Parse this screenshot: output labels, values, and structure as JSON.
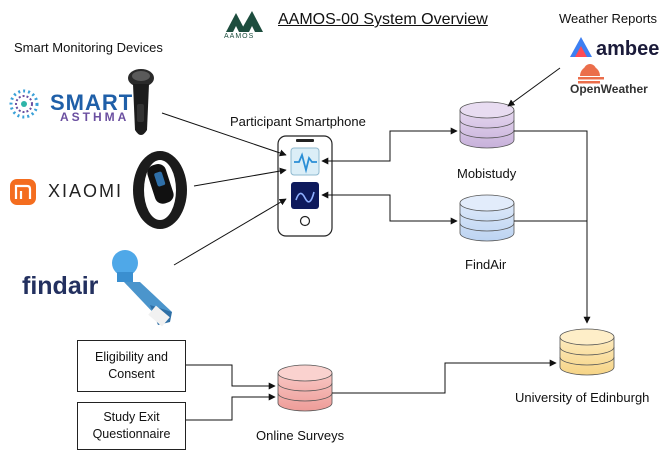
{
  "header": {
    "title": "AAMOS-00 System Overview",
    "logo_text": "AAMOS"
  },
  "sections": {
    "devices_title": "Smart Monitoring Devices",
    "weather_title": "Weather Reports",
    "smartphone_title": "Participant Smartphone"
  },
  "brands": {
    "smart": "SMART",
    "asthma": "ASTHMA",
    "xiaomi": "XIAOMI",
    "findair": "findair",
    "ambee": "ambee",
    "openweather": "OpenWeather"
  },
  "databases": {
    "mobistudy": "Mobistudy",
    "findair": "FindAir",
    "edinburgh": "University of Edinburgh",
    "surveys": "Online Surveys"
  },
  "boxes": {
    "eligibility_line1": "Eligibility and",
    "eligibility_line2": "Consent",
    "exit_line1": "Study Exit",
    "exit_line2": "Questionnaire"
  },
  "colors": {
    "mobistudy_db": "#d9c8e6",
    "findair_db": "#cfe0f7",
    "edinburgh_db": "#fbe3a8",
    "surveys_db": "#f4b5b2",
    "aamos_logo": "#1d4d3e",
    "ambee_icon": "#3d7ff2",
    "openweather_icon": "#eb6e4b"
  }
}
